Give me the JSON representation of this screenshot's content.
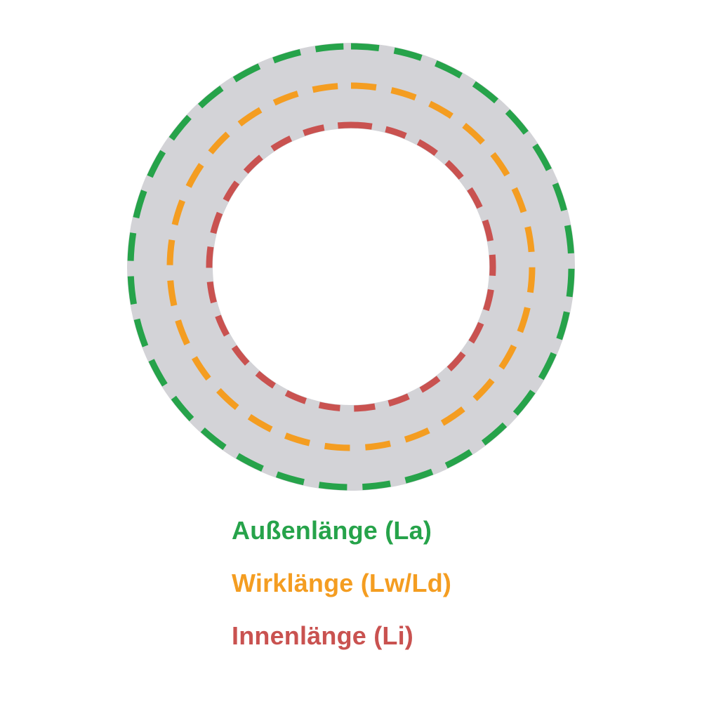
{
  "diagram": {
    "type": "v-belt-length-diagram",
    "background_color": "#ffffff",
    "belt_ring_color": "#d3d3d7",
    "measurements": [
      {
        "id": "outer-length",
        "label": "Außenlänge (La)",
        "color": "#26a34a"
      },
      {
        "id": "effective-length",
        "label": "Wirklänge (Lw/Ld)",
        "color": "#f49d21"
      },
      {
        "id": "inner-length",
        "label": "Innenlänge (Li)",
        "color": "#c95250"
      }
    ]
  }
}
